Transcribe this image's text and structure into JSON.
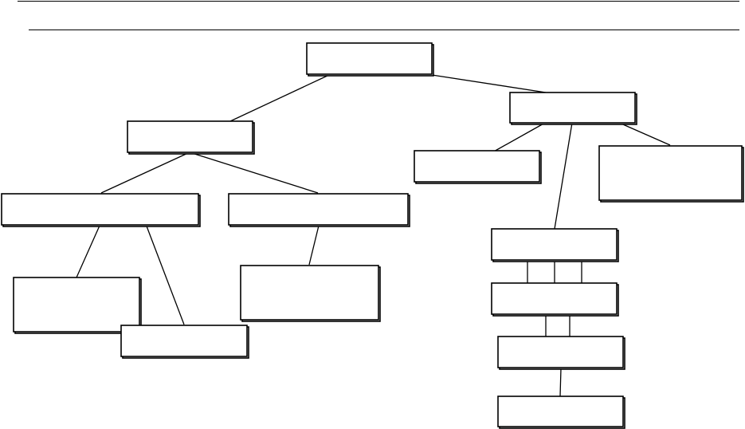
{
  "diagram": {
    "type": "hierarchy",
    "stroke_color": "#000000",
    "background_color": "#ffffff",
    "nodes": [
      {
        "id": "root",
        "label": ""
      },
      {
        "id": "left-branch",
        "label": ""
      },
      {
        "id": "left-left",
        "label": ""
      },
      {
        "id": "left-right",
        "label": ""
      },
      {
        "id": "left-left-child-a",
        "label": ""
      },
      {
        "id": "left-left-child-b",
        "label": ""
      },
      {
        "id": "left-right-child",
        "label": ""
      },
      {
        "id": "right-branch",
        "label": ""
      },
      {
        "id": "right-left",
        "label": ""
      },
      {
        "id": "right-right",
        "label": ""
      },
      {
        "id": "chain-1",
        "label": ""
      },
      {
        "id": "chain-2",
        "label": ""
      },
      {
        "id": "chain-3",
        "label": ""
      },
      {
        "id": "chain-4",
        "label": ""
      }
    ],
    "edges": [
      {
        "from": "root",
        "to": "left-branch"
      },
      {
        "from": "root",
        "to": "right-branch"
      },
      {
        "from": "left-branch",
        "to": "left-left"
      },
      {
        "from": "left-branch",
        "to": "left-right"
      },
      {
        "from": "left-left",
        "to": "left-left-child-a"
      },
      {
        "from": "left-left",
        "to": "left-left-child-b"
      },
      {
        "from": "left-right",
        "to": "left-right-child"
      },
      {
        "from": "right-branch",
        "to": "right-left"
      },
      {
        "from": "right-branch",
        "to": "right-right"
      },
      {
        "from": "right-branch",
        "to": "chain-1"
      },
      {
        "from": "chain-1",
        "to": "chain-2"
      },
      {
        "from": "chain-2",
        "to": "chain-3"
      },
      {
        "from": "chain-3",
        "to": "chain-4"
      }
    ]
  }
}
